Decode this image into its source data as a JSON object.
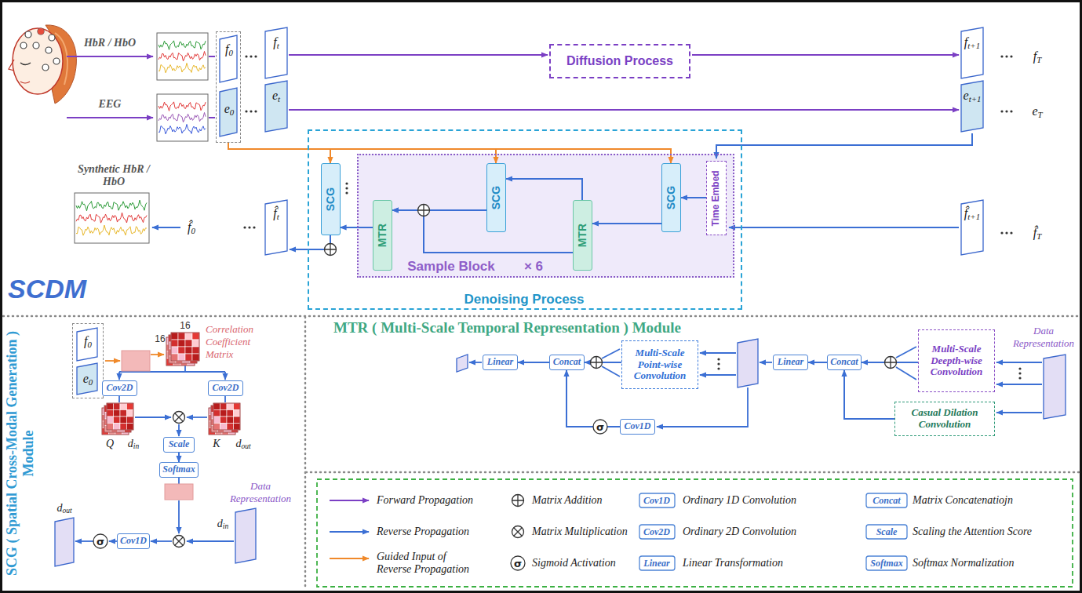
{
  "diagram": {
    "nodes": [
      {
        "text": [
          "f0",
          "e0"
        ]
      },
      {
        "text": [
          "Diffusion Process"
        ]
      },
      {
        "text": [
          "Denoising Process"
        ]
      },
      {
        "text": [
          "Sample Block",
          "× 6"
        ],
        "in": 2
      },
      {
        "text": [
          "Time Embed"
        ],
        "in": 3
      },
      {
        "text": [
          "SCG"
        ],
        "in": 3
      },
      {
        "text": [
          "MTR"
        ],
        "in": 3
      },
      {
        "text": [
          "SCG"
        ],
        "in": 3
      },
      {
        "text": [
          "MTR"
        ],
        "in": 3
      },
      {
        "text": [
          "SCG"
        ],
        "in": 2
      },
      {
        "text": [
          "f0",
          "e0"
        ]
      },
      {
        "text": [
          "Cov2D"
        ]
      },
      {
        "text": [
          "Cov2D"
        ]
      },
      {
        "text": [
          "Scale"
        ]
      },
      {
        "text": [
          "Softmax"
        ]
      },
      {
        "text": [
          "Cov1D"
        ]
      },
      {
        "text": [
          "Multi-Scale Deepth-wise Convolution"
        ]
      },
      {
        "text": [
          "Casual Dilation Convolution"
        ]
      },
      {
        "text": [
          "Concat"
        ]
      },
      {
        "text": [
          "Linear"
        ]
      },
      {
        "text": [
          "Multi-Scale Point-wise Convolution"
        ]
      },
      {
        "text": [
          "Concat"
        ]
      },
      {
        "text": [
          "Linear"
        ]
      },
      {
        "text": [
          "Cov1D"
        ]
      }
    ],
    "edges": [
      {
        "from": 0,
        "to": 9,
        "arrow": "to"
      },
      {
        "from": 0,
        "to": 7,
        "arrow": "to"
      },
      {
        "from": 0,
        "to": 5,
        "arrow": "to"
      },
      {
        "from": 4,
        "to": 5,
        "arrow": "to"
      },
      {
        "from": 5,
        "to": 6,
        "arrow": "to"
      },
      {
        "from": 6,
        "to": 7,
        "arrow": "to"
      },
      {
        "from": 7,
        "to": 8,
        "arrow": "to"
      },
      {
        "from": 6,
        "to": 8,
        "arrow": "to"
      },
      {
        "from": 8,
        "to": 9,
        "arrow": "to"
      },
      {
        "from": 13,
        "to": 14,
        "arrow": "to"
      },
      {
        "from": 16,
        "to": 18,
        "arrow": "to"
      },
      {
        "from": 17,
        "to": 18,
        "arrow": "to"
      },
      {
        "from": 18,
        "to": 19,
        "arrow": "to"
      },
      {
        "from": 20,
        "to": 21,
        "arrow": "to"
      },
      {
        "from": 23,
        "to": 21,
        "arrow": "to"
      },
      {
        "from": 21,
        "to": 22,
        "arrow": "to"
      }
    ],
    "labels": [
      "HbR / HbO",
      "EEG",
      "ft",
      "et",
      "ft+1",
      "et+1",
      "fT",
      "eT",
      "Synthetic HbR / HbO",
      "f̂0",
      "f̂t",
      "f̂t+1",
      "f̂T",
      "SCDM",
      "SCG ( Spatial Cross-Modal Generation ) Module",
      "16",
      "16",
      "Correlation Coefficient Matrix",
      "Q",
      "din",
      "K",
      "dout",
      "Data Representation",
      "din",
      "dout",
      "σ",
      "MTR ( Multi-Scale Temporal Representation ) Module",
      "Data Representation",
      "σ",
      "Cov1D",
      "Concat",
      "Cov2D",
      "Scale",
      "Linear",
      "Softmax",
      "σ"
    ],
    "legend": [
      {
        "text": "Forward Propagation"
      },
      {
        "text": "Matrix Addition"
      },
      {
        "text": "Ordinary 1D Convolution"
      },
      {
        "text": "Matrix Concatenatiojn"
      },
      {
        "text": "Reverse Propagation"
      },
      {
        "text": "Matrix Multiplication"
      },
      {
        "text": "Ordinary 2D Convolution"
      },
      {
        "text": "Scaling the Attention Score"
      },
      {
        "text": "Guided Input of Reverse Propagation"
      },
      {
        "text": "Sigmoid Activation"
      },
      {
        "text": "Linear Transformation"
      },
      {
        "text": "Softmax Normalization"
      }
    ]
  }
}
